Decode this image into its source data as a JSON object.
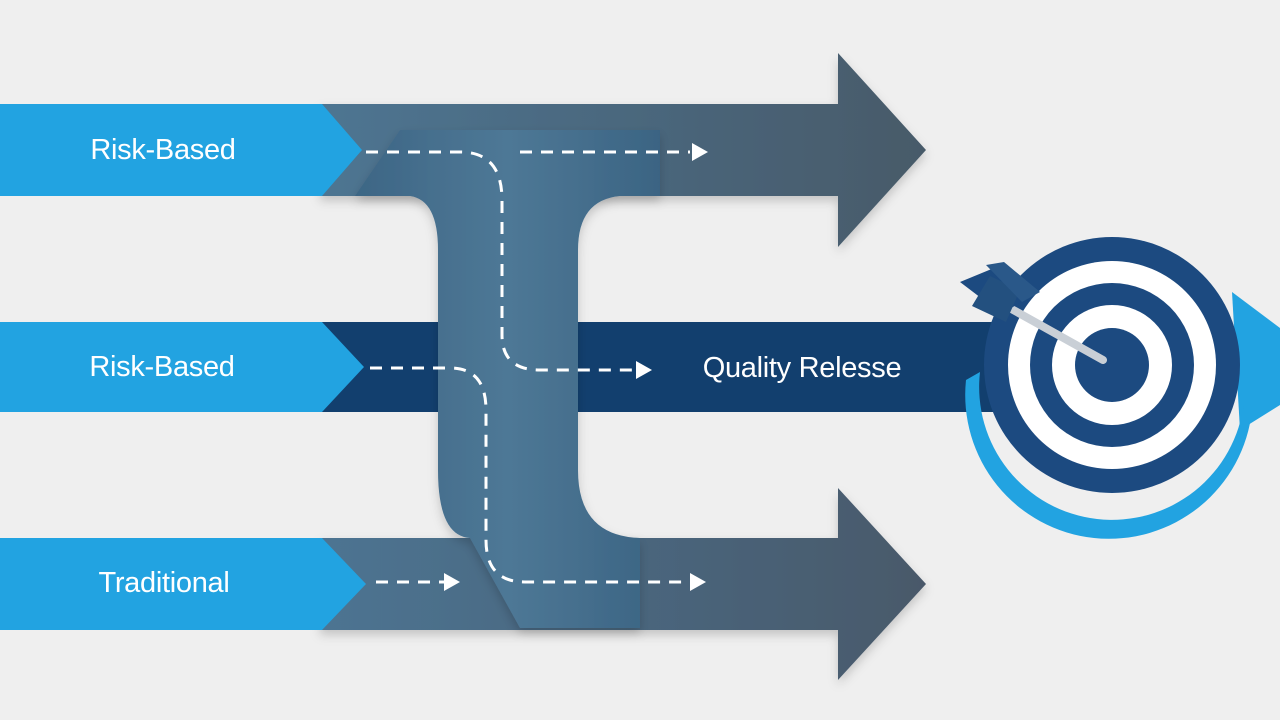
{
  "diagram": {
    "labels": {
      "top": "Risk-Based",
      "middle": "Risk-Based",
      "bottom": "Traditional",
      "center": "Quality Relesse"
    },
    "colors": {
      "background": "#efefef",
      "light_blue": "#22a3e1",
      "slate": "#4c6e86",
      "navy": "#123f6e",
      "target_navy": "#1c4a80",
      "target_accent": "#22a3e1",
      "white": "#ffffff"
    },
    "icons": [
      "target-icon",
      "dart-icon",
      "arrow-icon"
    ]
  }
}
